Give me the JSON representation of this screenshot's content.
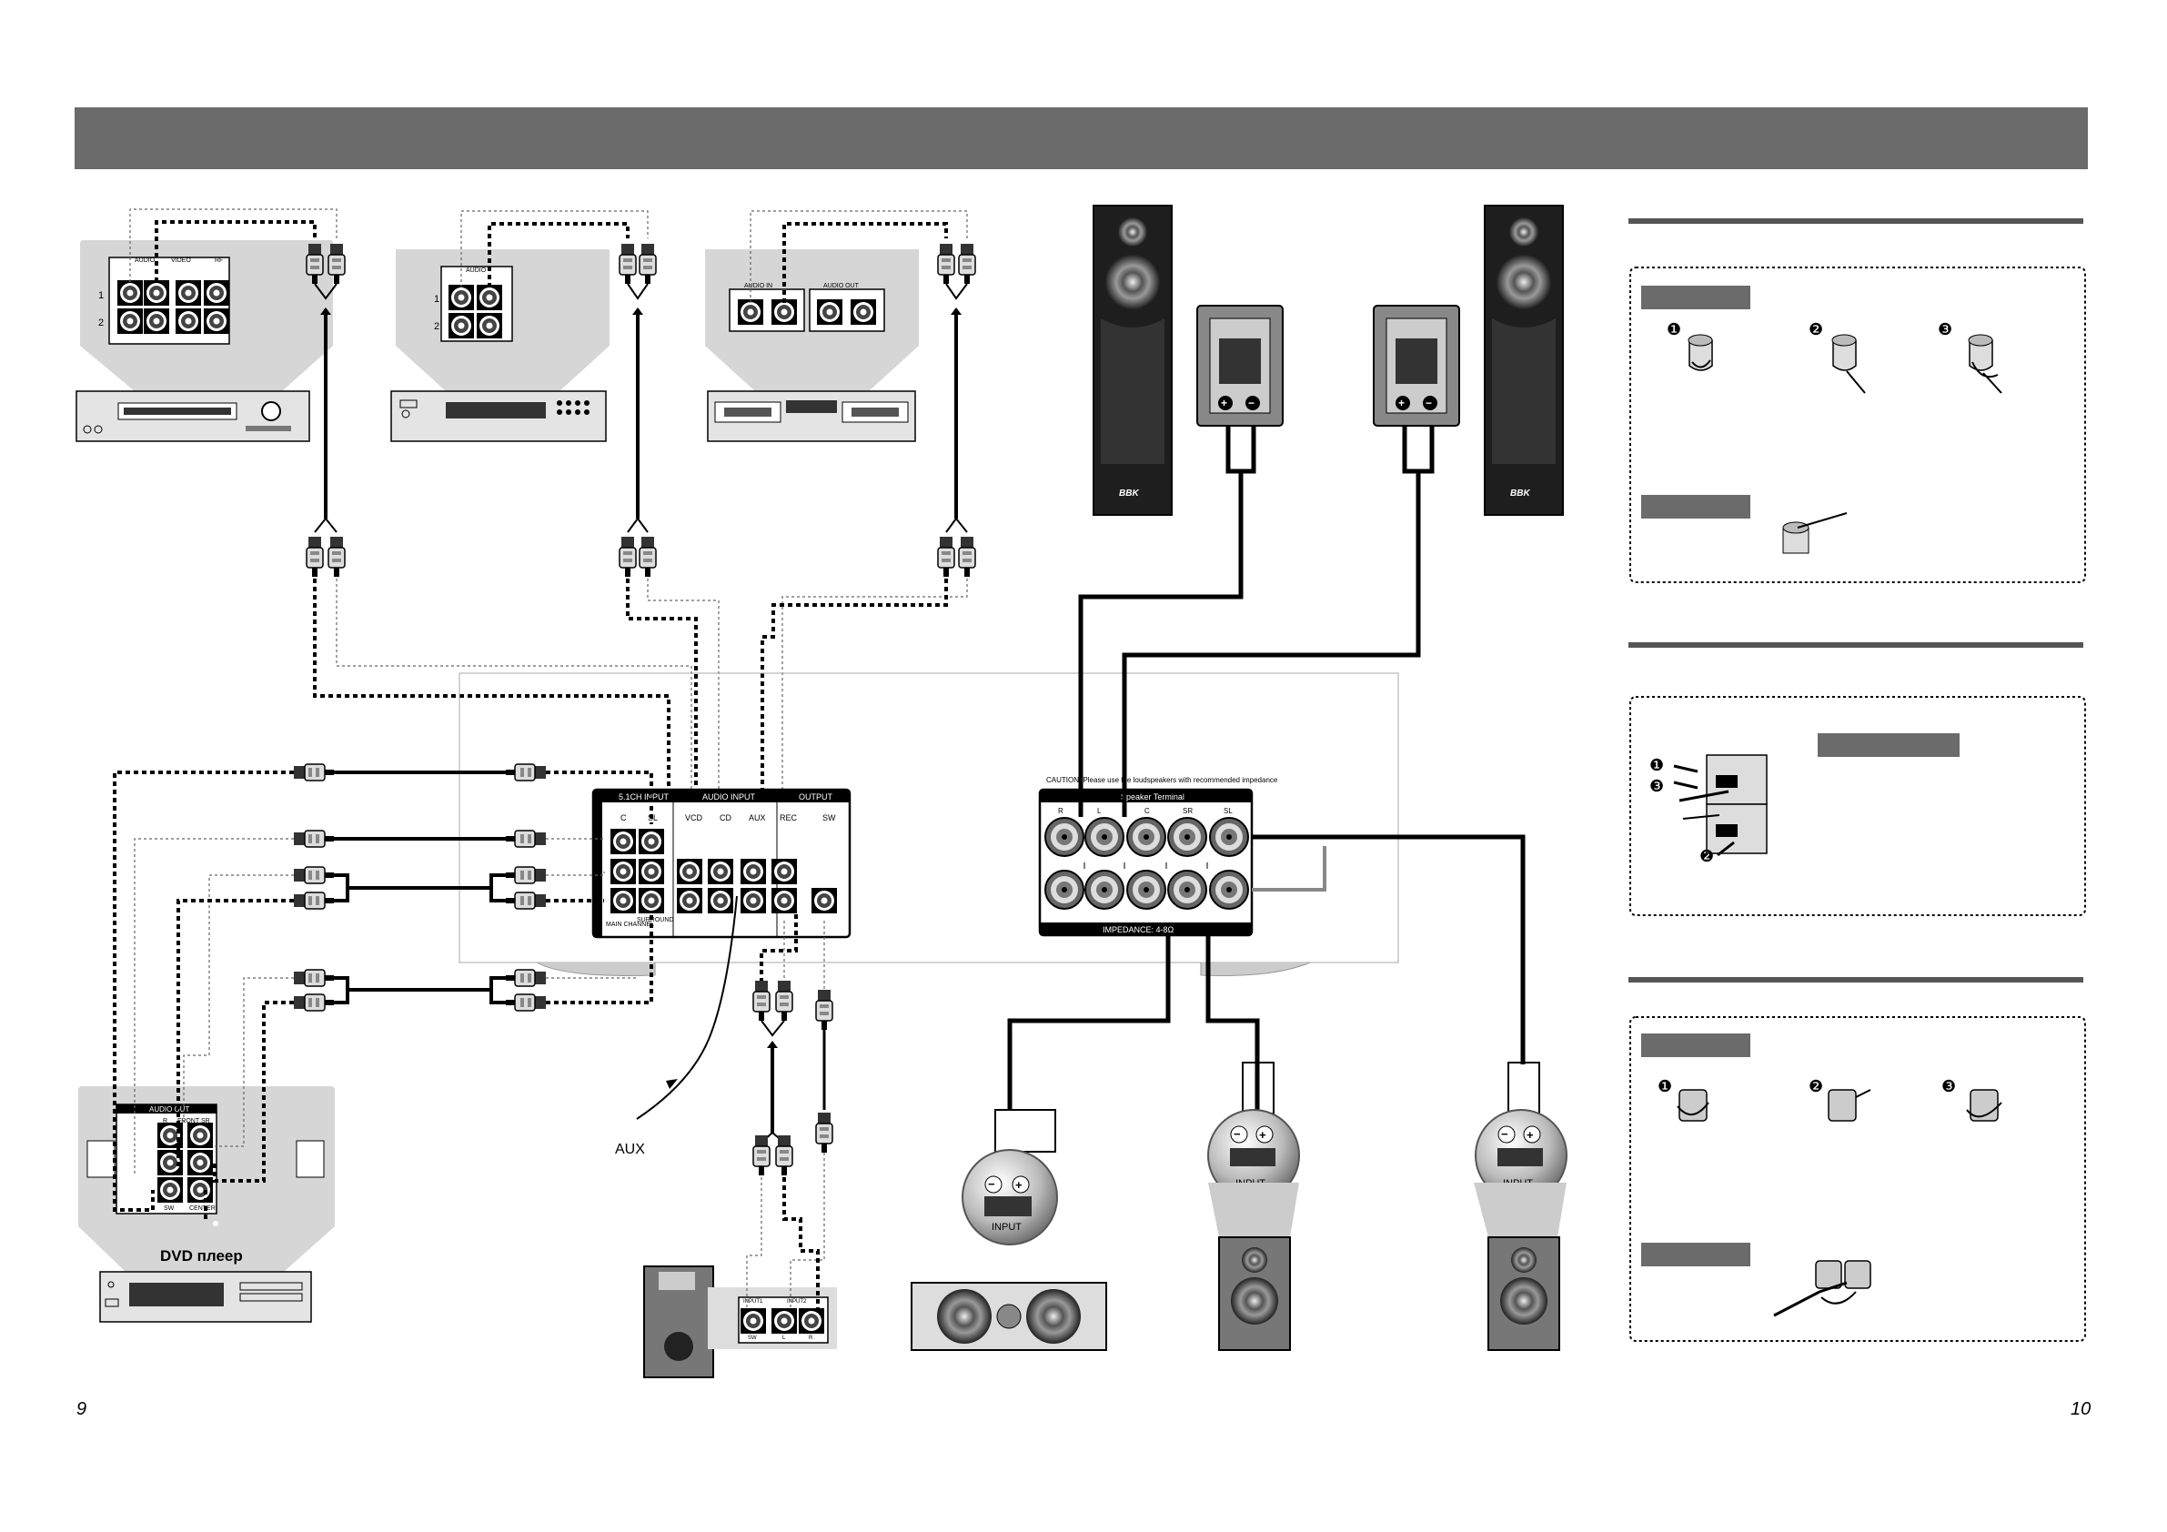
{
  "page": {
    "left_number": "9",
    "right_number": "10"
  },
  "devices": {
    "dvd_player_label": "DVD плеер",
    "aux_label": "AUX",
    "dvd_audio_out_header": "AUDIO OUT",
    "dvd_jacks": [
      "R",
      "FRONT",
      "SR",
      "SW",
      "CENTER"
    ],
    "panel1_headers": [
      "AUDIO",
      "VIDEO",
      "RF"
    ],
    "panel1_rows": [
      "1",
      "2"
    ],
    "panel2_header": "AUDIO",
    "panel3_headers": [
      "AUDIO IN",
      "AUDIO OUT"
    ]
  },
  "amplifier": {
    "input_headers": [
      "5.1CH INPUT",
      "AUDIO INPUT",
      "OUTPUT"
    ],
    "input_labels": [
      "C",
      "SL",
      "VCD",
      "CD",
      "AUX",
      "REC",
      "SW"
    ],
    "bottom_labels": [
      "MAIN CHANNEL",
      "SURROUND"
    ]
  },
  "speaker_terminal": {
    "caution": "CAUTION: Please use the loudspeakers with recommended impedance",
    "title": "Speaker Terminal",
    "channels": [
      "R",
      "L",
      "C",
      "SR",
      "SL"
    ],
    "impedance": "IMPEDANCE: 4-8Ω"
  },
  "speakers": {
    "brand": "BBK",
    "input_label": "INPUT",
    "plus": "+",
    "minus": "−"
  },
  "subwoofer": {
    "inputs": [
      "INPUT1",
      "INPUT2"
    ],
    "jack_labels": [
      "SW",
      "L",
      "R"
    ]
  },
  "steps": [
    "❶",
    "❷",
    "❸"
  ]
}
